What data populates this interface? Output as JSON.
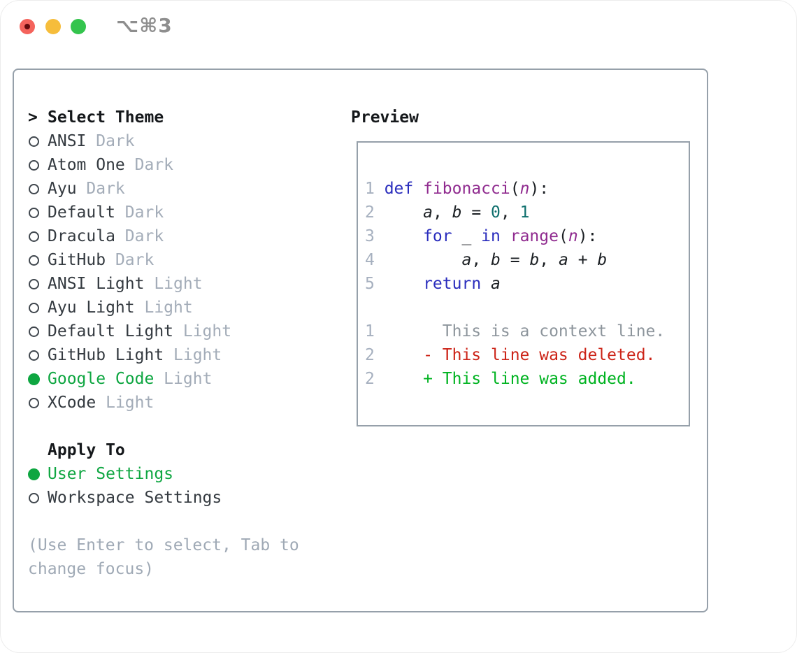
{
  "window": {
    "shortcut": "⌥⌘3",
    "controls": [
      "close",
      "minimize",
      "zoom"
    ]
  },
  "colors": {
    "window_border": "#ececec",
    "panel_border": "#96a0aa",
    "text_strong": "#15181b",
    "item_text": "#343a40",
    "item_variant": "#a3acb8",
    "help_text": "#9fa9b5",
    "accent_green": "#0ea641",
    "line_number": "#a6b0bf",
    "code_plain": "#1b1f23",
    "code_keyword": "#2a2dbd",
    "code_function": "#902b8f",
    "code_number": "#0e6f6d",
    "diff_context": "#8d959c",
    "diff_red": "#cc2418",
    "diff_green": "#00b321",
    "dot_red": "#f4635c",
    "dot_red_inner": "#640a0c",
    "dot_yellow": "#f6bd3b",
    "dot_green": "#34c44d",
    "shortcut_text": "#8e8e8e"
  },
  "theme_panel": {
    "header": {
      "marker": ">",
      "label": "Select Theme"
    },
    "items": [
      {
        "name": "ANSI",
        "variant": " Dark",
        "selected": false
      },
      {
        "name": "Atom One",
        "variant": " Dark",
        "selected": false
      },
      {
        "name": "Ayu",
        "variant": " Dark",
        "selected": false
      },
      {
        "name": "Default",
        "variant": " Dark",
        "selected": false
      },
      {
        "name": "Dracula",
        "variant": " Dark",
        "selected": false
      },
      {
        "name": "GitHub",
        "variant": " Dark",
        "selected": false
      },
      {
        "name": "ANSI Light",
        "variant": " Light",
        "selected": false
      },
      {
        "name": "Ayu Light",
        "variant": " Light",
        "selected": false
      },
      {
        "name": "Default Light",
        "variant": " Light",
        "selected": false
      },
      {
        "name": "GitHub Light",
        "variant": " Light",
        "selected": false
      },
      {
        "name": "Google Code",
        "variant": " Light",
        "selected": true
      },
      {
        "name": "XCode",
        "variant": " Light",
        "selected": false
      }
    ]
  },
  "apply_panel": {
    "header": "Apply To",
    "items": [
      {
        "name": "User Settings",
        "selected": true
      },
      {
        "name": "Workspace Settings",
        "selected": false
      }
    ]
  },
  "help_text": [
    "(Use Enter to select, Tab to",
    "change focus)"
  ],
  "preview": {
    "header": "Preview",
    "code_lines": [
      {
        "num": "1",
        "segments": [
          [
            "def",
            "kw"
          ],
          [
            " ",
            "pl"
          ],
          [
            "fibonacci",
            "fn"
          ],
          [
            "(",
            "pl"
          ],
          [
            "n",
            "param"
          ],
          [
            "):",
            "pl"
          ]
        ]
      },
      {
        "num": "2",
        "segments": [
          [
            "    ",
            "pl"
          ],
          [
            "a",
            "var"
          ],
          [
            ", ",
            "pl"
          ],
          [
            "b",
            "var"
          ],
          [
            " = ",
            "pl"
          ],
          [
            "0",
            "num"
          ],
          [
            ", ",
            "pl"
          ],
          [
            "1",
            "num"
          ]
        ]
      },
      {
        "num": "3",
        "segments": [
          [
            "    ",
            "pl"
          ],
          [
            "for",
            "kw"
          ],
          [
            " _ ",
            "pl"
          ],
          [
            "in",
            "kw"
          ],
          [
            " ",
            "pl"
          ],
          [
            "range",
            "fn"
          ],
          [
            "(",
            "pl"
          ],
          [
            "n",
            "param"
          ],
          [
            "):",
            "pl"
          ]
        ]
      },
      {
        "num": "4",
        "segments": [
          [
            "        ",
            "pl"
          ],
          [
            "a",
            "var"
          ],
          [
            ", ",
            "pl"
          ],
          [
            "b",
            "var"
          ],
          [
            " = ",
            "pl"
          ],
          [
            "b",
            "var"
          ],
          [
            ", ",
            "pl"
          ],
          [
            "a",
            "var"
          ],
          [
            " + ",
            "pl"
          ],
          [
            "b",
            "var"
          ]
        ]
      },
      {
        "num": "5",
        "segments": [
          [
            "    ",
            "pl"
          ],
          [
            "return",
            "kw"
          ],
          [
            " ",
            "pl"
          ],
          [
            "a",
            "var"
          ]
        ]
      },
      {
        "num": "",
        "segments": []
      },
      {
        "num": "1",
        "segments": [
          [
            "      This is a context line.",
            "ctx"
          ]
        ]
      },
      {
        "num": "2",
        "segments": [
          [
            "    - This line was deleted.",
            "del"
          ]
        ]
      },
      {
        "num": "2",
        "segments": [
          [
            "    + This line was added.",
            "add"
          ]
        ]
      }
    ]
  }
}
